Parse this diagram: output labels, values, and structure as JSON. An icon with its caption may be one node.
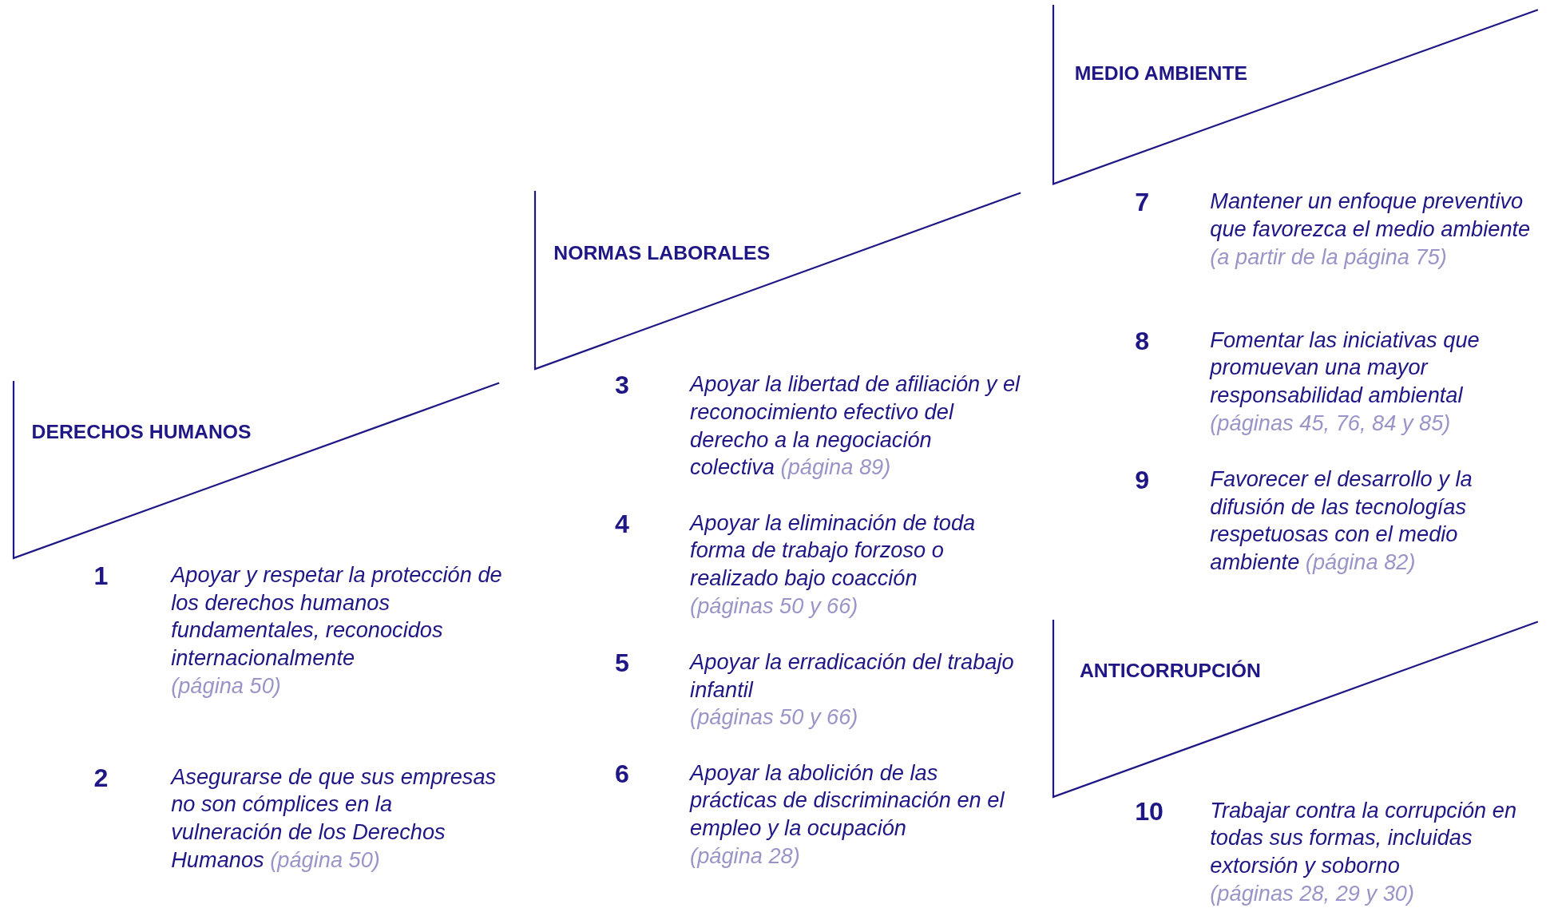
{
  "diagram": {
    "nodes": [
      {
        "text": [
          "DERECHOS HUMANOS"
        ]
      },
      {
        "text": [
          "NORMAS LABORALES"
        ]
      },
      {
        "text": [
          "MEDIO AMBIENTE"
        ]
      },
      {
        "text": [
          "ANTICORRUPCIÓN"
        ]
      }
    ],
    "labels": [
      "1",
      "Apoyar y respetar la protección de los derechos humanos fundamentales, reconocidos internacionalmente",
      "(página 50)",
      "2",
      "Asegurarse de que sus empresas no son cómplices en la vulneración de los Derechos Humanos",
      "(página 50)",
      "3",
      "Apoyar la libertad de afiliación y el reconocimiento efectivo del derecho a la negociación colectiva",
      "(página 89)",
      "4",
      "Apoyar la eliminación de toda forma de trabajo forzoso o realizado bajo coacción",
      "(páginas 50 y 66)",
      "5",
      "Apoyar la erradicación del trabajo infantil",
      "(páginas 50 y 66)",
      "6",
      "Apoyar la abolición de las prácticas de discriminación en el empleo y la ocupación",
      "(página 28)",
      "7",
      "Mantener un enfoque preventivo que favorezca el medio ambiente",
      "(a partir de la página 75)",
      "8",
      "Fomentar las iniciativas que promuevan una mayor responsabilidad ambiental",
      "(páginas 45, 76, 84 y 85)",
      "9",
      "Favorecer el desarrollo y la difusión de las tecnologías respetuosas con el medio ambiente",
      "(página 82)",
      "10",
      "Trabajar contra la corrupción en todas sus formas, incluidas extorsión y soborno",
      "(páginas 28, 29 y 30)"
    ]
  }
}
